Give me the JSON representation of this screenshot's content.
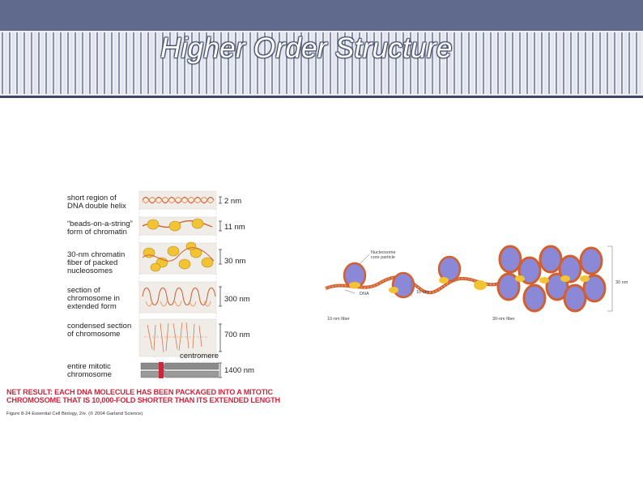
{
  "slide": {
    "title": "Higher Order Structure"
  },
  "left_figure": {
    "stages": [
      {
        "label_lines": [
          "short region of",
          "DNA double helix"
        ],
        "size": "2 nm"
      },
      {
        "label_lines": [
          "“beads-on-a-string”",
          "form of chromatin"
        ],
        "size": "11 nm"
      },
      {
        "label_lines": [
          "30-nm chromatin",
          "fiber of packed",
          "nucleosomes"
        ],
        "size": "30 nm"
      },
      {
        "label_lines": [
          "section of",
          "chromosome in",
          "extended form"
        ],
        "size": "300 nm"
      },
      {
        "label_lines": [
          "condensed section",
          "of chromosome"
        ],
        "size": "700 nm"
      },
      {
        "label_lines": [
          "entire mitotic",
          "chromosome"
        ],
        "size": "1400 nm"
      }
    ],
    "centromere_label": "centromere",
    "net_result_lines": [
      "NET RESULT: EACH DNA MOLECULE HAS BEEN PACKAGED INTO A MITOTIC",
      "CHROMOSOME THAT IS 10,000-FOLD SHORTER THAN ITS EXTENDED LENGTH"
    ],
    "caption": "Figure 8-24  Essential Cell Biology, 2/e. (© 2004 Garland Science)"
  },
  "right_figure": {
    "nucleosome_label_lines": [
      "Nucleosome",
      "core particle"
    ],
    "dna_label": "DNA",
    "small_size": "10 nm",
    "large_size": "30 nm",
    "fiber_10_label": "10-nm fiber",
    "fiber_30_label": "30-nm fiber"
  },
  "colors": {
    "header_band": "#5f6a8c",
    "stripe_light": "#dfe3ee",
    "stripe_dark": "#3e4866",
    "dna_orange": "#d2602f",
    "histone_yellow": "#f2c434",
    "histone_purple": "#8c88d8",
    "net_result_red": "#d0243b",
    "chromosome_gray": "#8a8a8a"
  }
}
